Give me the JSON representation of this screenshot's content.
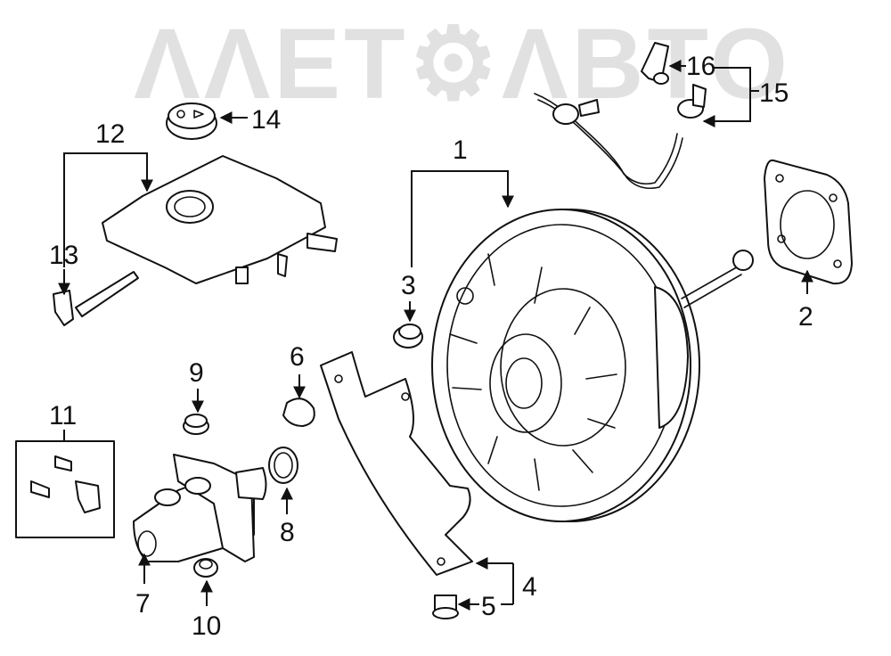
{
  "watermark": {
    "text": "ΛΛΕΤ⚙ΛΒΤΟ",
    "color": "#c9c9c9"
  },
  "callouts": {
    "c1": "1",
    "c2": "2",
    "c3": "3",
    "c4": "4",
    "c5": "5",
    "c6": "6",
    "c7": "7",
    "c8": "8",
    "c9": "9",
    "c10": "10",
    "c11": "11",
    "c12": "12",
    "c13": "13",
    "c14": "14",
    "c15": "15",
    "c16": "16"
  },
  "colors": {
    "line": "#111111",
    "background": "#ffffff"
  }
}
